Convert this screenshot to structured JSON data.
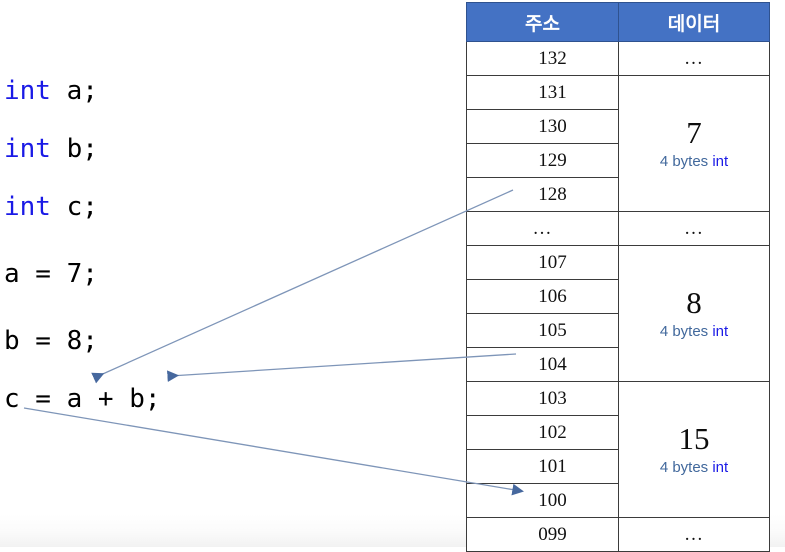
{
  "code": {
    "lines": [
      {
        "keyword": "int",
        "rest": " a;"
      },
      {
        "keyword": "int",
        "rest": " b;"
      },
      {
        "keyword": "int",
        "rest": " c;"
      },
      {
        "keyword": "",
        "rest": "a = 7;"
      },
      {
        "keyword": "",
        "rest": "b = 8;"
      },
      {
        "keyword": "",
        "rest": "c = a + b;"
      }
    ],
    "line_1": "int a;",
    "line_2": "int b;",
    "line_3": "int c;",
    "line_4": "a = 7;",
    "line_5": "b = 8;",
    "line_6": "c = a + b;"
  },
  "memory_table": {
    "headers": {
      "address": "주소",
      "data": "데이터"
    },
    "header_color": "#4472C4",
    "rows": [
      {
        "address": "132",
        "data": "…",
        "data_kind": "dots"
      },
      {
        "address": "131",
        "data": "",
        "data_kind": "span-start"
      },
      {
        "address": "130",
        "data": "",
        "data_kind": "span"
      },
      {
        "address": "129",
        "data": "",
        "data_kind": "span"
      },
      {
        "address": "128",
        "data": "",
        "data_kind": "span"
      },
      {
        "address": "…",
        "data": "…",
        "data_kind": "dots"
      },
      {
        "address": "107",
        "data": "",
        "data_kind": "span-start"
      },
      {
        "address": "106",
        "data": "",
        "data_kind": "span"
      },
      {
        "address": "105",
        "data": "",
        "data_kind": "span"
      },
      {
        "address": "104",
        "data": "",
        "data_kind": "span"
      },
      {
        "address": "103",
        "data": "",
        "data_kind": "span-start"
      },
      {
        "address": "102",
        "data": "",
        "data_kind": "span"
      },
      {
        "address": "101",
        "data": "",
        "data_kind": "span"
      },
      {
        "address": "100",
        "data": "",
        "data_kind": "span"
      },
      {
        "address": "099",
        "data": "…",
        "data_kind": "dots"
      }
    ],
    "values": [
      {
        "number": "7",
        "size_label": "4 bytes ",
        "type_label": "int",
        "addresses": "131-128"
      },
      {
        "number": "8",
        "size_label": "4 bytes ",
        "type_label": "int",
        "addresses": "107-104"
      },
      {
        "number": "15",
        "size_label": "4 bytes ",
        "type_label": "int",
        "addresses": "103-100"
      }
    ],
    "dots_glyph": "…"
  },
  "arrows": {
    "color": "#4a6fa0",
    "items": [
      {
        "label": "arrow-128-to-a",
        "from": "address 128 cell",
        "to": "variable a in c = a + b;"
      },
      {
        "label": "arrow-104-to-b",
        "from": "address 104 cell",
        "to": "variable b in c = a + b;"
      },
      {
        "label": "arrow-c-to-100",
        "from": "variable c in c = a + b;",
        "to": "address 100 cell"
      }
    ]
  }
}
